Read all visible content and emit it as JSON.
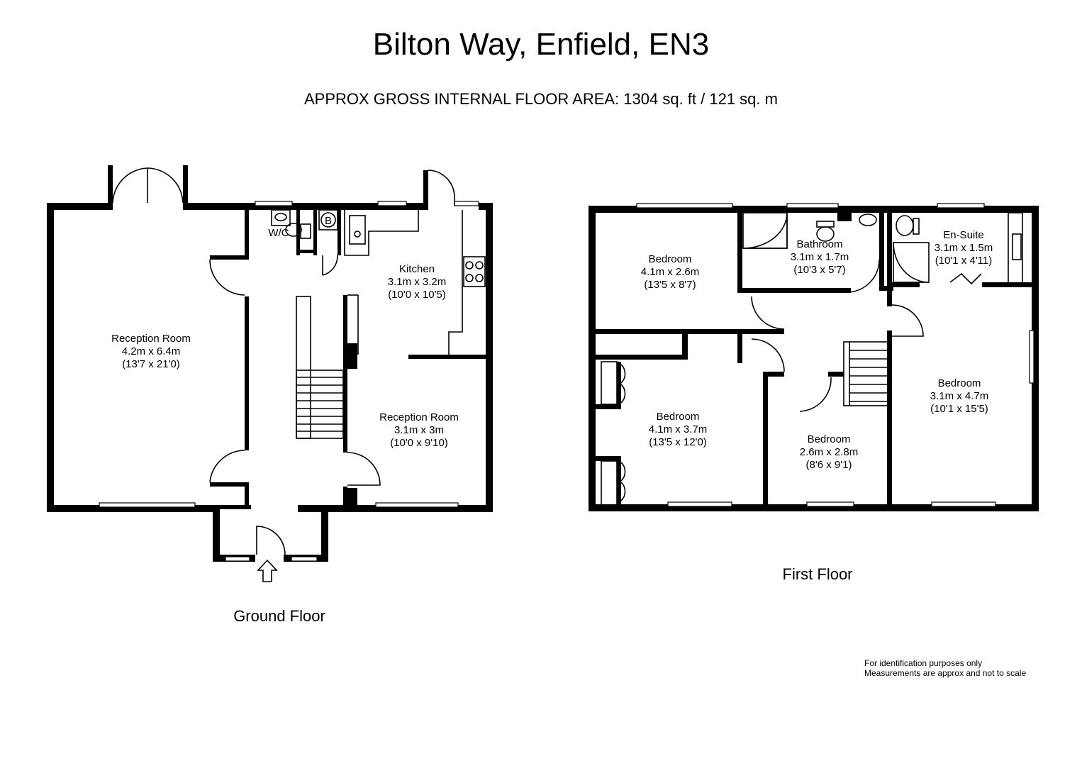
{
  "header": {
    "title": "Bilton Way, Enfield, EN3",
    "subtitle": "APPROX GROSS INTERNAL FLOOR AREA:  1304 sq. ft / 121 sq. m"
  },
  "floors": {
    "ground": {
      "label": "Ground Floor",
      "rooms": {
        "reception_large": {
          "name": "Reception Room",
          "metric": "4.2m x 6.4m",
          "imperial": "(13'7 x 21'0)"
        },
        "wc": {
          "name": "W/C"
        },
        "boiler": {
          "symbol": "B"
        },
        "kitchen": {
          "name": "Kitchen",
          "metric": "3.1m x 3.2m",
          "imperial": "(10'0 x 10'5)"
        },
        "reception_small": {
          "name": "Reception Room",
          "metric": "3.1m x 3m",
          "imperial": "(10'0 x 9'10)"
        }
      }
    },
    "first": {
      "label": "First Floor",
      "rooms": {
        "bedroom_top_left": {
          "name": "Bedroom",
          "metric": "4.1m x 2.6m",
          "imperial": "(13'5 x 8'7)"
        },
        "bathroom": {
          "name": "Bathroom",
          "metric": "3.1m x 1.7m",
          "imperial": "(10'3 x 5'7)"
        },
        "ensuite": {
          "name": "En-Suite",
          "metric": "3.1m x 1.5m",
          "imperial": "(10'1 x 4'11)"
        },
        "bedroom_mid_left": {
          "name": "Bedroom",
          "metric": "4.1m x 3.7m",
          "imperial": "(13'5 x 12'0)"
        },
        "bedroom_small": {
          "name": "Bedroom",
          "metric": "2.6m x 2.8m",
          "imperial": "(8'6 x 9'1)"
        },
        "bedroom_right": {
          "name": "Bedroom",
          "metric": "3.1m x 4.7m",
          "imperial": "(10'1 x 15'5)"
        }
      }
    }
  },
  "disclaimer": {
    "line1": "For identification purposes only",
    "line2": "Measurements are approx and not to scale"
  }
}
